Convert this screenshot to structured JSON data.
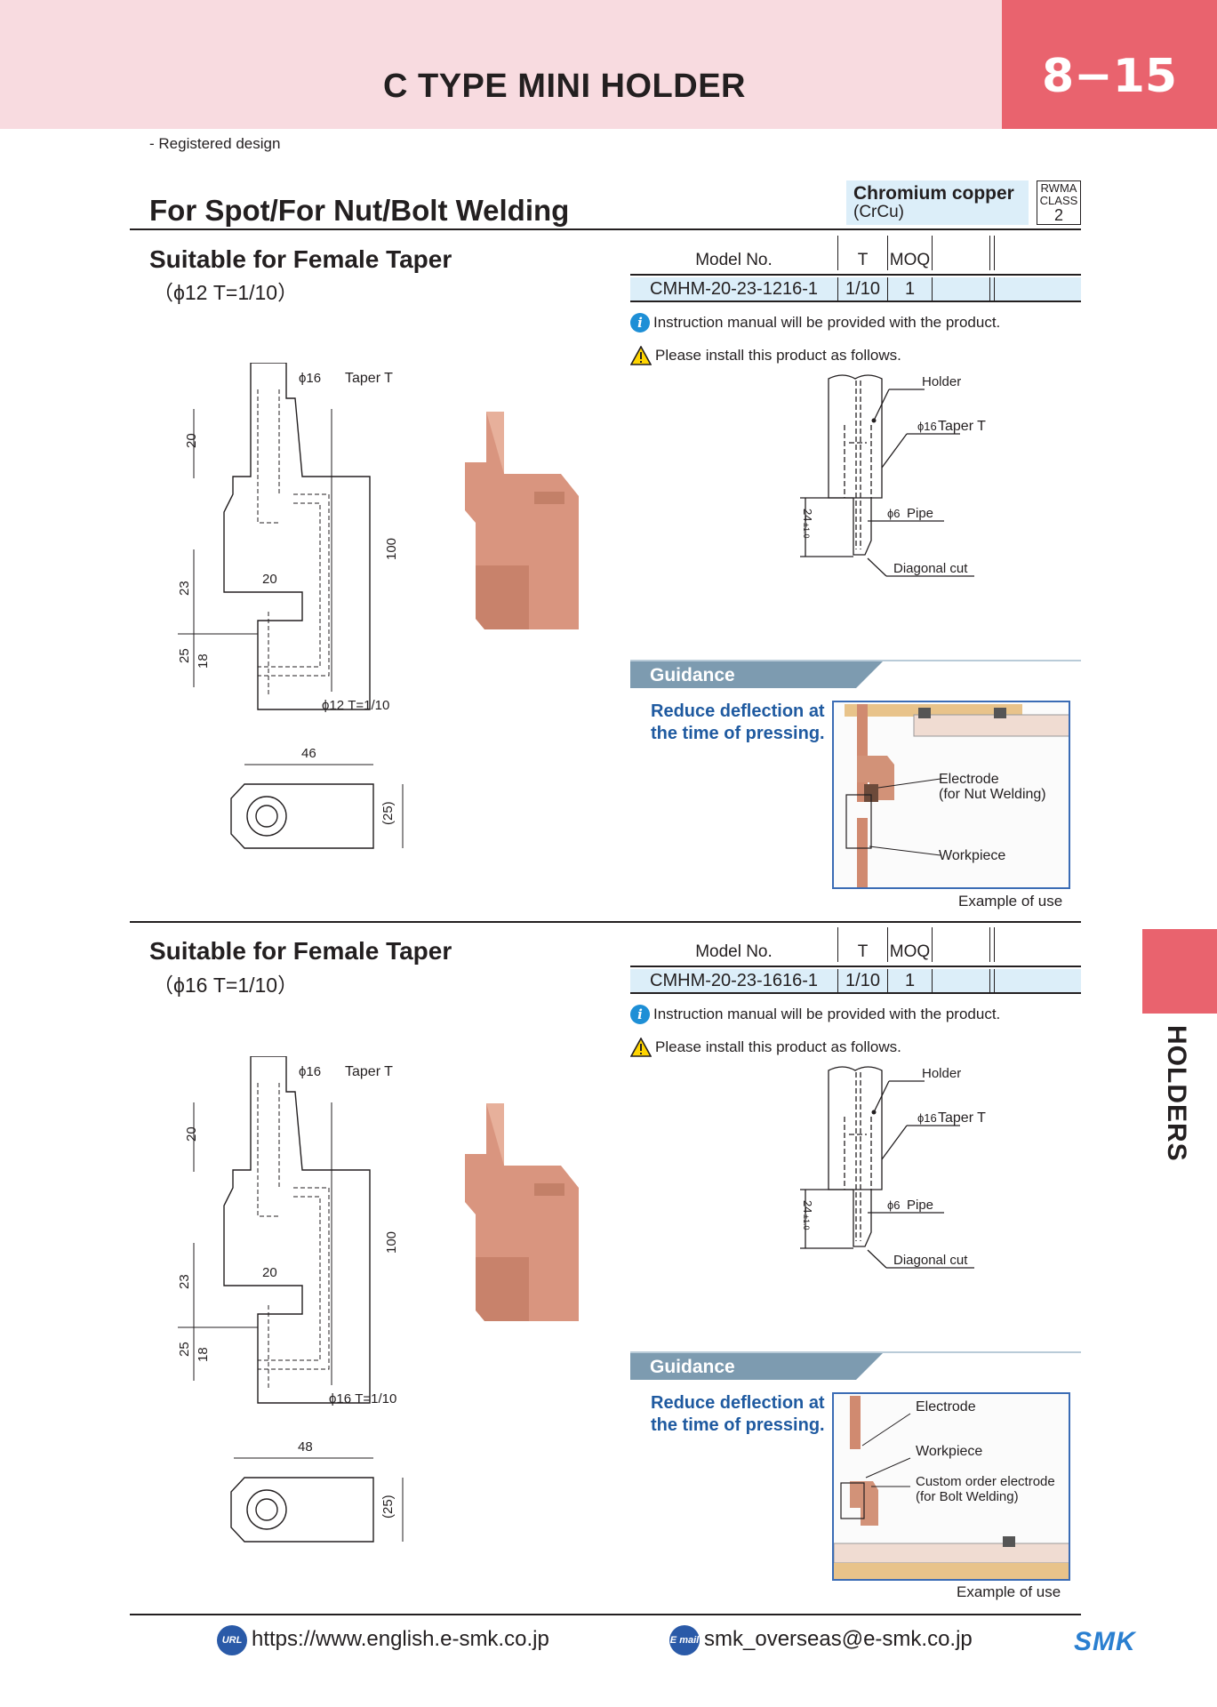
{
  "header": {
    "title": "C TYPE MINI HOLDER",
    "page_number": "8−15",
    "side_label": "HOLDERS"
  },
  "registered_note": "- Registered design",
  "main_heading": "For Spot/For Nut/Bolt Welding",
  "material": {
    "name": "Chromium copper",
    "formula": "(CrCu)",
    "rwma_l1": "RWMA",
    "rwma_l2": "CLASS",
    "rwma_class": "2"
  },
  "table_headers": {
    "model": "Model No.",
    "t": "T",
    "moq": "MOQ"
  },
  "notes": {
    "instruction": "Instruction manual will be provided with the product.",
    "install": "Please install this product as follows."
  },
  "install_diagram": {
    "holder": "Holder",
    "taper": "Taper T",
    "taper_phi": "ϕ16",
    "pipe": "Pipe",
    "pipe_phi": "ϕ6",
    "cut": "Diagonal cut",
    "dim_24": "24",
    "dim_tol": "±1.0"
  },
  "guidance": {
    "title": "Guidance",
    "desc": "Reduce deflection at the time of pressing.",
    "example": "Example of use"
  },
  "drawing_common": {
    "phi16": "ϕ16",
    "taper_t": "Taper T",
    "d20a": "20",
    "d20b": "20",
    "d23": "23",
    "d25": "25",
    "d18": "18",
    "d100": "100",
    "d25p": "(25)"
  },
  "sections": [
    {
      "heading": "Suitable for Female Taper",
      "sub": "（ϕ12  T=1/10）",
      "model": "CMHM-20-23-1216-1",
      "t": "1/10",
      "moq": "1",
      "bottom_taper": "ϕ12 T=1/10",
      "width": "46",
      "photo_labels": {
        "a": "Electrode",
        "b": "(for Nut Welding)",
        "c": "Workpiece"
      }
    },
    {
      "heading": "Suitable for Female Taper",
      "sub": "（ϕ16  T=1/10）",
      "model": "CMHM-20-23-1616-1",
      "t": "1/10",
      "moq": "1",
      "bottom_taper": "ϕ16 T=1/10",
      "width": "48",
      "photo_labels": {
        "a": "Electrode",
        "b": "Workpiece",
        "c": "Custom order electrode",
        "d": "(for Bolt Welding)"
      }
    }
  ],
  "footer": {
    "url": "https://www.english.e-smk.co.jp",
    "email": "smk_overseas@e-smk.co.jp",
    "url_icon": "URL",
    "mail_icon": "E mail",
    "logo": "SMK"
  },
  "logo_text": "SMK",
  "colors": {
    "pink_band": "#f8dbe0",
    "accent": "#e9636e",
    "table_fill": "#dceef9",
    "guidance": "#7d9bb0",
    "guidance_text": "#1f5aa0",
    "copper": "#d9957f"
  }
}
